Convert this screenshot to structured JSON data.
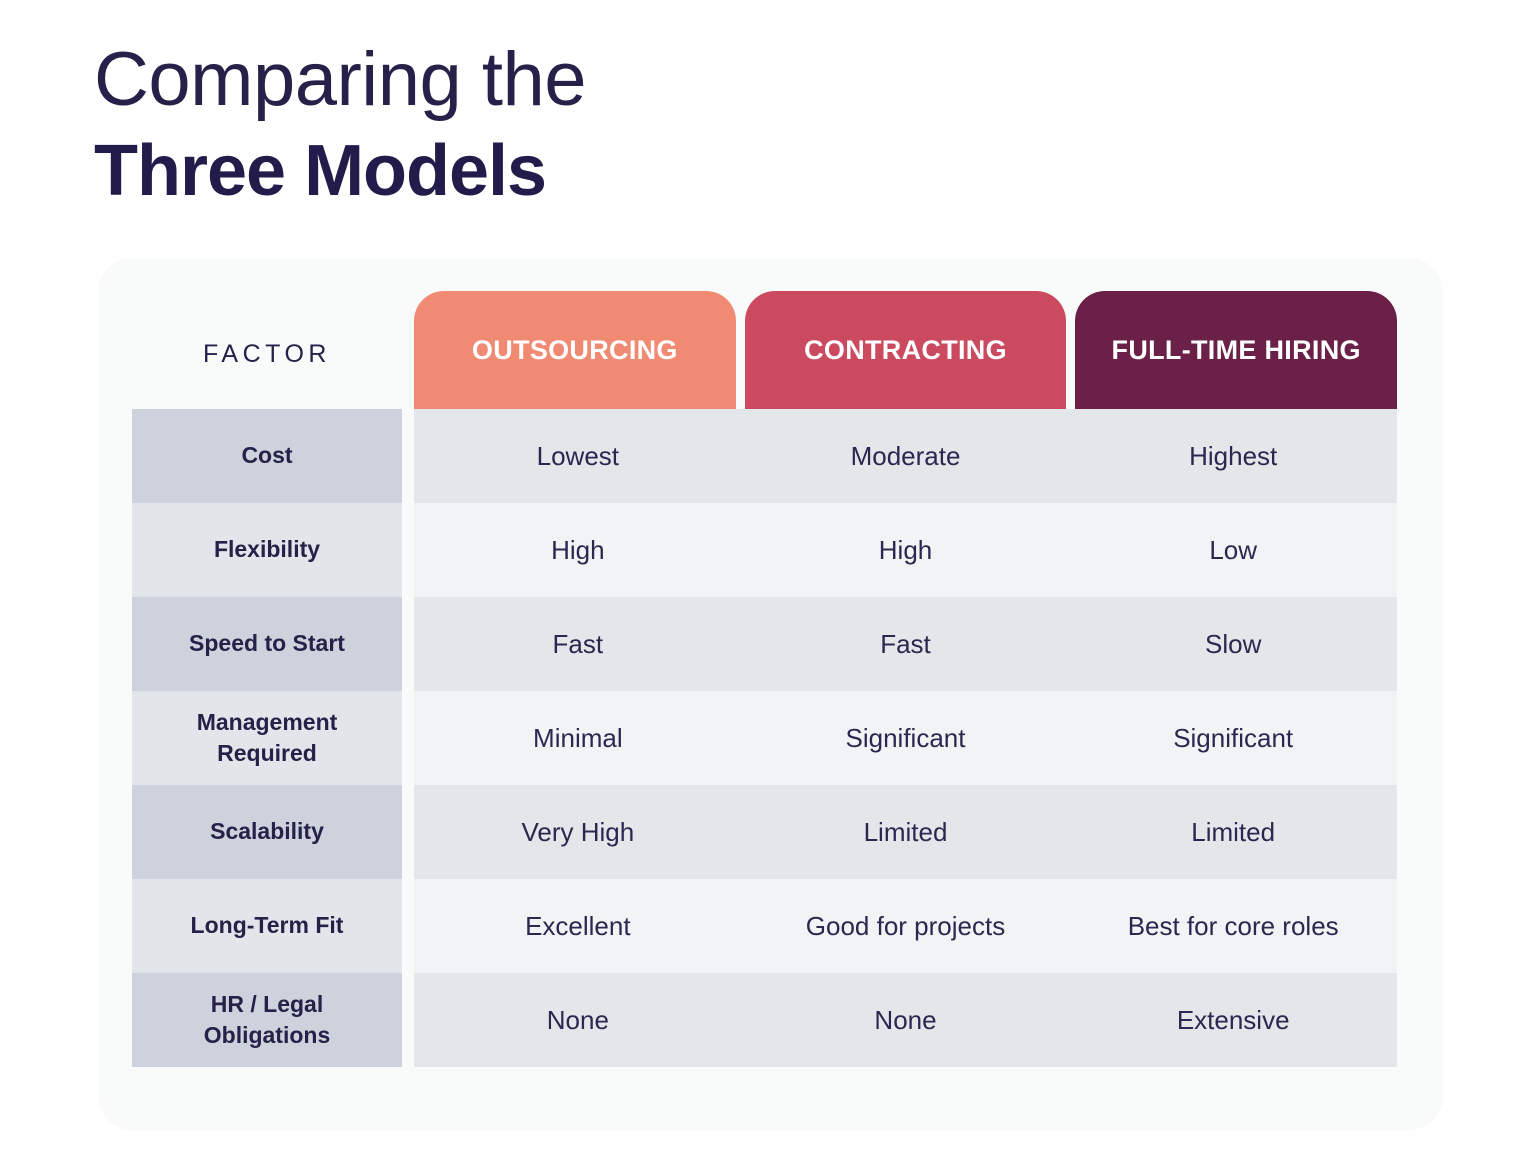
{
  "title": {
    "line1": "Comparing the",
    "line2": "Three Models"
  },
  "colors": {
    "page_background": "#ffffff",
    "card_background": "#f9fbfa",
    "text_navy": "#252148",
    "outsourcing_pill": "#F08A72",
    "contracting_pill": "#CC4A60",
    "fulltime_pill": "#6B2047",
    "label_stripe_dark": "#ced2dc",
    "label_stripe_light": "#e2e6ea",
    "cell_stripe_dark": "#e3e7ea",
    "cell_stripe_light": "#f2f3f5"
  },
  "chart_data": {
    "type": "table",
    "title": "Comparing the Three Models",
    "factor_header": "FACTOR",
    "columns": [
      "OUTSOURCING",
      "CONTRACTING",
      "FULL-TIME HIRING"
    ],
    "categories": [
      "Cost",
      "Flexibility",
      "Speed to Start",
      "Management Required",
      "Scalability",
      "Long-Term Fit",
      "HR / Legal Obligations"
    ],
    "series": [
      {
        "name": "OUTSOURCING",
        "values": [
          "Lowest",
          "High",
          "Fast",
          "Minimal",
          "Very High",
          "Excellent",
          "None"
        ]
      },
      {
        "name": "CONTRACTING",
        "values": [
          "Moderate",
          "High",
          "Fast",
          "Significant",
          "Limited",
          "Good for projects",
          "None"
        ]
      },
      {
        "name": "FULL-TIME HIRING",
        "values": [
          "Highest",
          "Low",
          "Slow",
          "Significant",
          "Limited",
          "Best for core roles",
          "Extensive"
        ]
      }
    ]
  },
  "table": {
    "factor_header": "FACTOR",
    "headers": [
      {
        "label": "OUTSOURCING"
      },
      {
        "label": "CONTRACTING"
      },
      {
        "label": "FULL-TIME HIRING"
      }
    ],
    "rows": [
      {
        "label_line1": "Cost",
        "label_line2": "",
        "values": [
          "Lowest",
          "Moderate",
          "Highest"
        ]
      },
      {
        "label_line1": "Flexibility",
        "label_line2": "",
        "values": [
          "High",
          "High",
          "Low"
        ]
      },
      {
        "label_line1": "Speed to Start",
        "label_line2": "",
        "values": [
          "Fast",
          "Fast",
          "Slow"
        ]
      },
      {
        "label_line1": "Management",
        "label_line2": "Required",
        "values": [
          "Minimal",
          "Significant",
          "Significant"
        ]
      },
      {
        "label_line1": "Scalability",
        "label_line2": "",
        "values": [
          "Very High",
          "Limited",
          "Limited"
        ]
      },
      {
        "label_line1": "Long-Term Fit",
        "label_line2": "",
        "values": [
          "Excellent",
          "Good for projects",
          "Best for core roles"
        ]
      },
      {
        "label_line1": "HR / Legal",
        "label_line2": "Obligations",
        "values": [
          "None",
          "None",
          "Extensive"
        ]
      }
    ]
  }
}
